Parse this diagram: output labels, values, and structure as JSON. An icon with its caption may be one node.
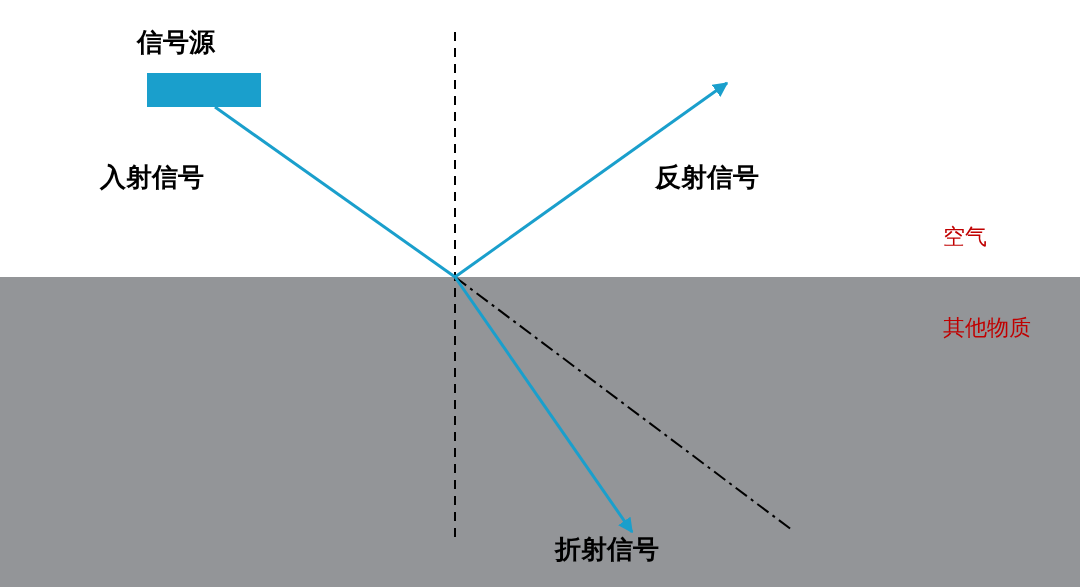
{
  "diagram": {
    "nodes": [
      {
        "text": [
          "空气"
        ]
      },
      {
        "text": [
          "信号源"
        ],
        "in": 0
      },
      {
        "text": [
          "其他物质"
        ]
      },
      {
        "text": [
          "折射信号"
        ],
        "in": 2
      }
    ],
    "edges": [
      {
        "from": 1,
        "to": 2,
        "arrow": "none",
        "label": "入射信号"
      },
      {
        "from": 2,
        "to": null,
        "arrow": "to",
        "label": "反射信号"
      },
      {
        "from": 0,
        "to": 3,
        "arrow": "to"
      }
    ]
  }
}
